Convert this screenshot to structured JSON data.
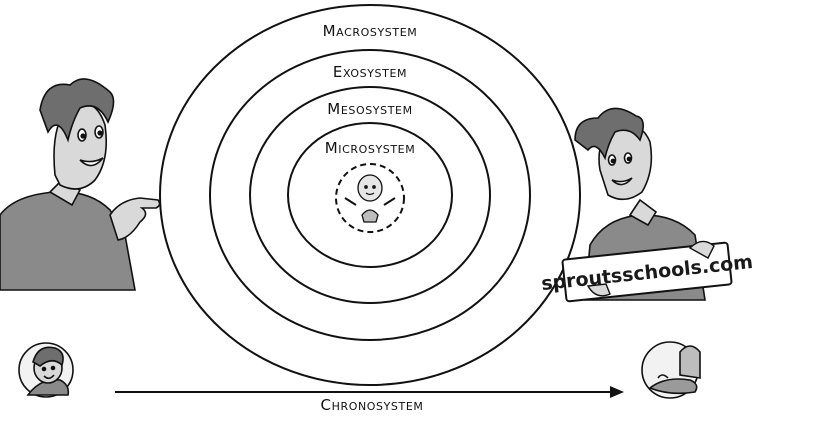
{
  "diagram": {
    "rings": [
      {
        "id": "macrosystem",
        "label": "Macrosystem"
      },
      {
        "id": "exosystem",
        "label": "Exosystem"
      },
      {
        "id": "mesosystem",
        "label": "Mesosystem"
      },
      {
        "id": "microsystem",
        "label": "Microsystem"
      }
    ],
    "timeline_label": "Chronosystem",
    "sign_text": "sproutsschools.com"
  },
  "colors": {
    "ink": "#111111",
    "skin": "#d9d9d9",
    "shirt": "#8a8a8a",
    "hair": "#6e6e6e"
  }
}
